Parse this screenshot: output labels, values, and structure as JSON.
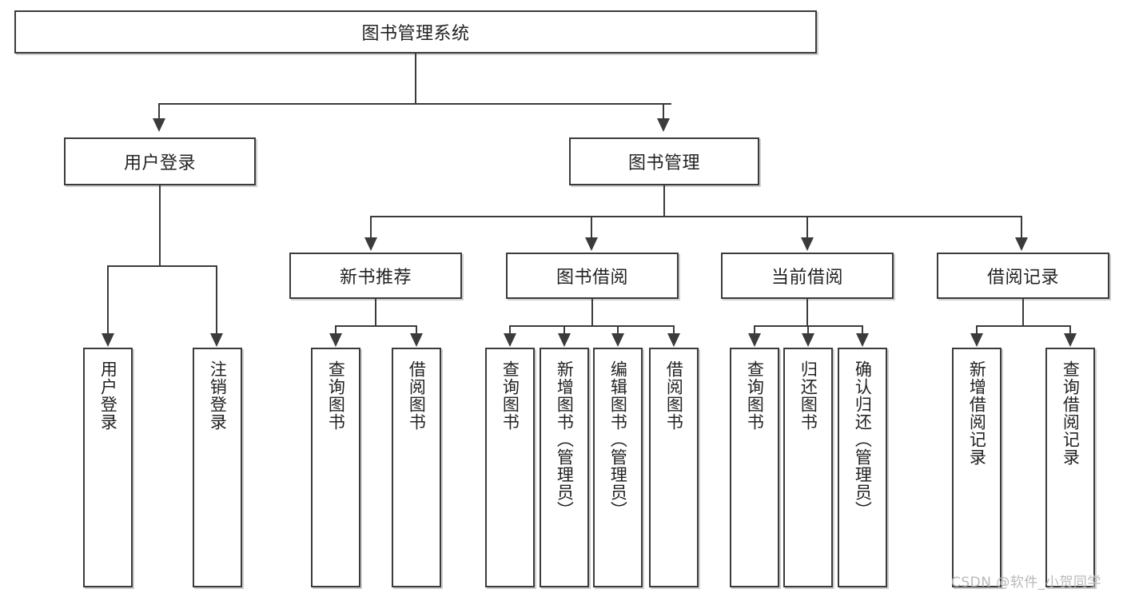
{
  "diagram": {
    "title": "图书管理系统",
    "type": "hierarchy-tree",
    "root": {
      "label": "图书管理系统"
    },
    "level2": [
      {
        "label": "用户登录"
      },
      {
        "label": "图书管理"
      }
    ],
    "level3": [
      {
        "label": "新书推荐"
      },
      {
        "label": "图书借阅"
      },
      {
        "label": "当前借阅"
      },
      {
        "label": "借阅记录"
      }
    ],
    "leaves": {
      "user_login": [
        {
          "label": "用户登录"
        },
        {
          "label": "注销登录"
        }
      ],
      "new_book_recommend": [
        {
          "label": "查询图书"
        },
        {
          "label": "借阅图书"
        }
      ],
      "book_borrow": [
        {
          "label": "查询图书"
        },
        {
          "label": "新增图书（管理员）"
        },
        {
          "label": "编辑图书（管理员）"
        },
        {
          "label": "借阅图书"
        }
      ],
      "current_borrow": [
        {
          "label": "查询图书"
        },
        {
          "label": "归还图书"
        },
        {
          "label": "确认归还（管理员）"
        }
      ],
      "borrow_record": [
        {
          "label": "新增借阅记录"
        },
        {
          "label": "查询借阅记录"
        }
      ]
    }
  },
  "watermark": {
    "text": "CSDN @软件_小贺同学"
  },
  "colors": {
    "border": "#3b3b3b",
    "background": "#ffffff",
    "text": "#222222",
    "watermark": "#b9b9b9"
  }
}
